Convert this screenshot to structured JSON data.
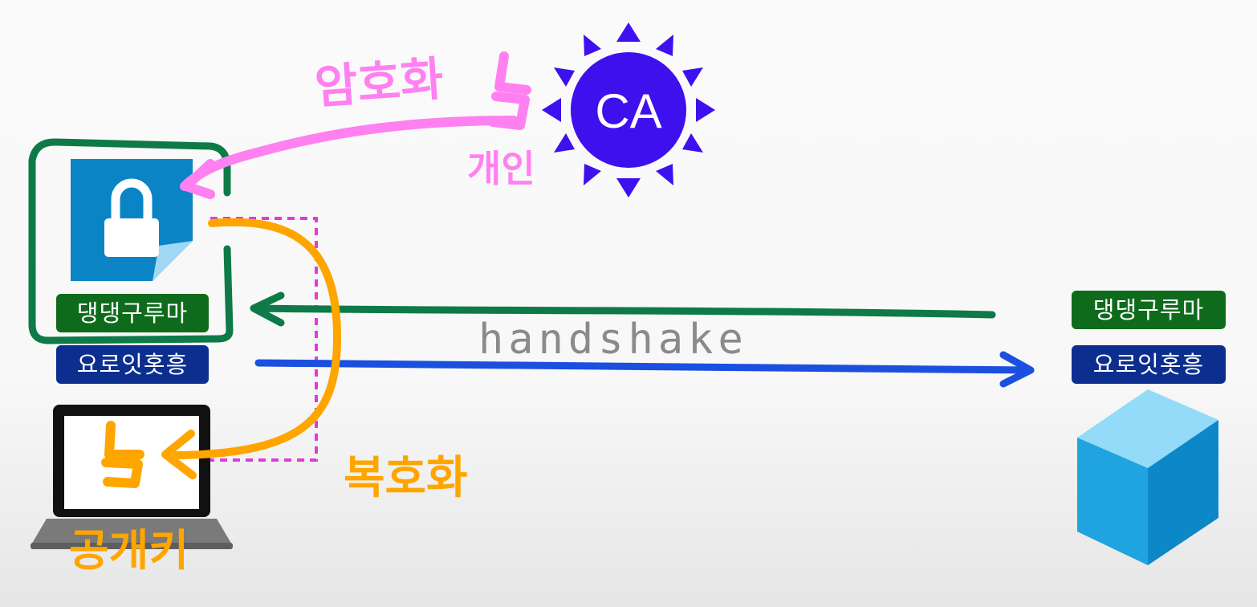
{
  "colors": {
    "pink": "#ff80f0",
    "orange": "#ffa500",
    "green_line": "#0e7a47",
    "blue_line": "#1b4fe0",
    "ca_blue": "#3f10ee",
    "doc_blue": "#0b84c6",
    "tag_green": "#0f6b1c",
    "tag_navy": "#0c2f8f"
  },
  "ca": {
    "label": "CA"
  },
  "handwriting": {
    "encrypt": "암호화",
    "private_key": "개인",
    "decrypt": "복호화",
    "public_key": "공개키",
    "handshake": "handshake"
  },
  "client": {
    "tag_green": "댕댕구루마",
    "tag_navy": "요로잇홋흥"
  },
  "server": {
    "tag_green": "댕댕구루마",
    "tag_navy": "요로잇홋흥"
  },
  "icons": [
    "ca-sun-icon",
    "certificate-lock-icon",
    "laptop-icon",
    "server-cube-icon",
    "key-icon"
  ]
}
